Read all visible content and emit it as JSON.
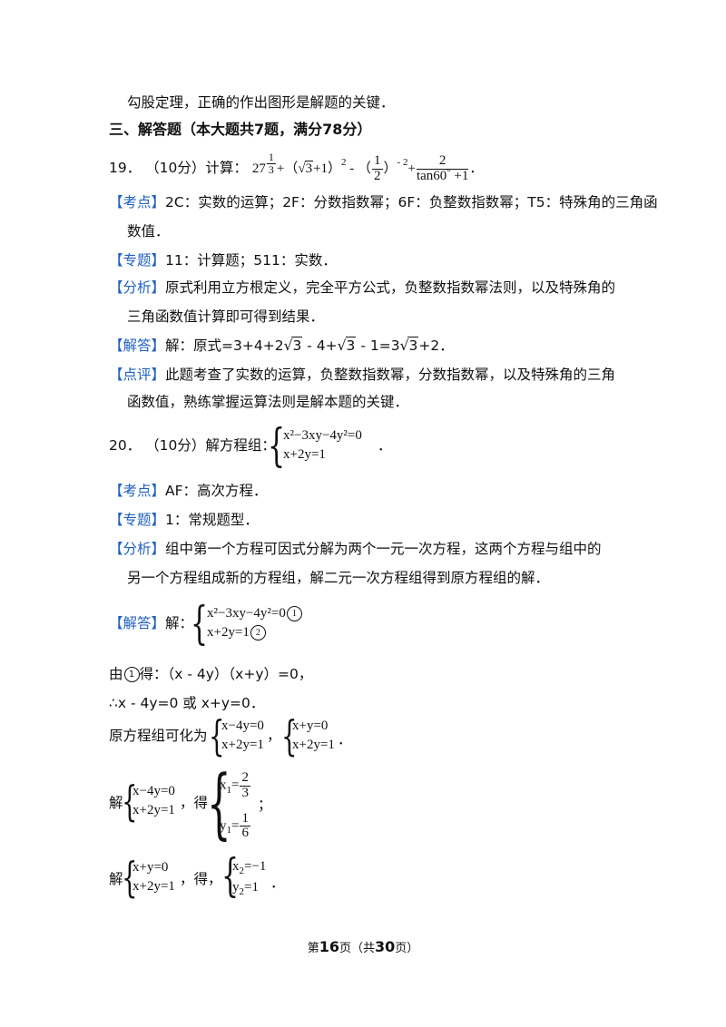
{
  "top_line": "勾股定理，正确的作出图形是解题的关键．",
  "section_title": "三、解答题（本大题共7题，满分78分）",
  "q19": {
    "num": "19．",
    "score": "（10分）",
    "prompt": "计算：",
    "base": "27",
    "exp_num": "1",
    "exp_den": "3",
    "part2_open": "+（",
    "sqrt_val": "3",
    "part2_close": "+1）",
    "part2_exp": "2",
    "minus_paren": " - （",
    "half_num": "1",
    "half_den": "2",
    "half_close": "）",
    "neg_exp": "- 2",
    "plus": "+",
    "frac_num": "2",
    "frac_den_a": "tan60",
    "frac_den_deg": "°",
    "frac_den_b": " +1",
    "end": "．"
  },
  "q19_kaodian": {
    "tag": "【考点】",
    "line1": "2C：实数的运算；2F：分数指数幂；6F：负整数指数幂；T5：特殊角的三角函",
    "line2": "数值．"
  },
  "q19_zhuanti": {
    "tag": "【专题】",
    "text": "11：计算题；511：实数．"
  },
  "q19_fenxi": {
    "tag": "【分析】",
    "line1": "原式利用立方根定义，完全平方公式，负整数指数幂法则，以及特殊角的",
    "line2": "三角函数值计算即可得到结果．"
  },
  "q19_jieda": {
    "tag": "【解答】",
    "pre": "解：原式=3+4+2",
    "r1": "3",
    "mid1": " - 4+",
    "r2": "3",
    "mid2": " - 1=3",
    "r3": "3",
    "end": "+2．"
  },
  "q19_dianping": {
    "tag": "【点评】",
    "line1": "此题考查了实数的运算，负整数指数幂，分数指数幂，以及特殊角的三角",
    "line2": "函数值，熟练掌握运算法则是解本题的关键．"
  },
  "q20": {
    "num": "20．",
    "score": "（10分）",
    "prompt": "解方程组：",
    "eq1": "x²−3xy−4y²=0",
    "eq2": "x+2y=1",
    "end": "．"
  },
  "q20_kaodian": {
    "tag": "【考点】",
    "text": "AF：高次方程．"
  },
  "q20_zhuanti": {
    "tag": "【专题】",
    "text": "1：常规题型．"
  },
  "q20_fenxi": {
    "tag": "【分析】",
    "line1": "组中第一个方程可因式分解为两个一元一次方程，这两个方程与组中的",
    "line2": "另一个方程组成新的方程组，解二元一次方程组得到原方程组的解．"
  },
  "q20_jieda": {
    "tag": "【解答】",
    "pre": "解：",
    "eq1": "x²−3xy−4y²=0",
    "c1": "1",
    "eq2": "x+2y=1",
    "c2": "2"
  },
  "step1": {
    "pre": "由",
    "c": "1",
    "text": "得：（x - 4y）（x+y）=0，"
  },
  "step2": "∴x - 4y=0 或 x+y=0．",
  "step3": {
    "pre": "原方程组可化为",
    "s1a": "x−4y=0",
    "s1b": "x+2y=1",
    "comma": "，",
    "s2a": "x+y=0",
    "s2b": "x+2y=1",
    "end": "．"
  },
  "step4": {
    "pre": "解",
    "a": "x−4y=0",
    "b": "x+2y=1",
    "mid": "，得",
    "x1_num": "2",
    "x1_den": "3",
    "y1_num": "1",
    "y1_den": "6",
    "end": "；"
  },
  "step5": {
    "pre": "解",
    "a": "x+y=0",
    "b": "x+2y=1",
    "mid": "，得，",
    "x2": "=−1",
    "y2": "=1",
    "end": "．"
  },
  "footer": {
    "pre": "第",
    "page": "16",
    "mid": "页（共",
    "total": "30",
    "post": "页）"
  }
}
